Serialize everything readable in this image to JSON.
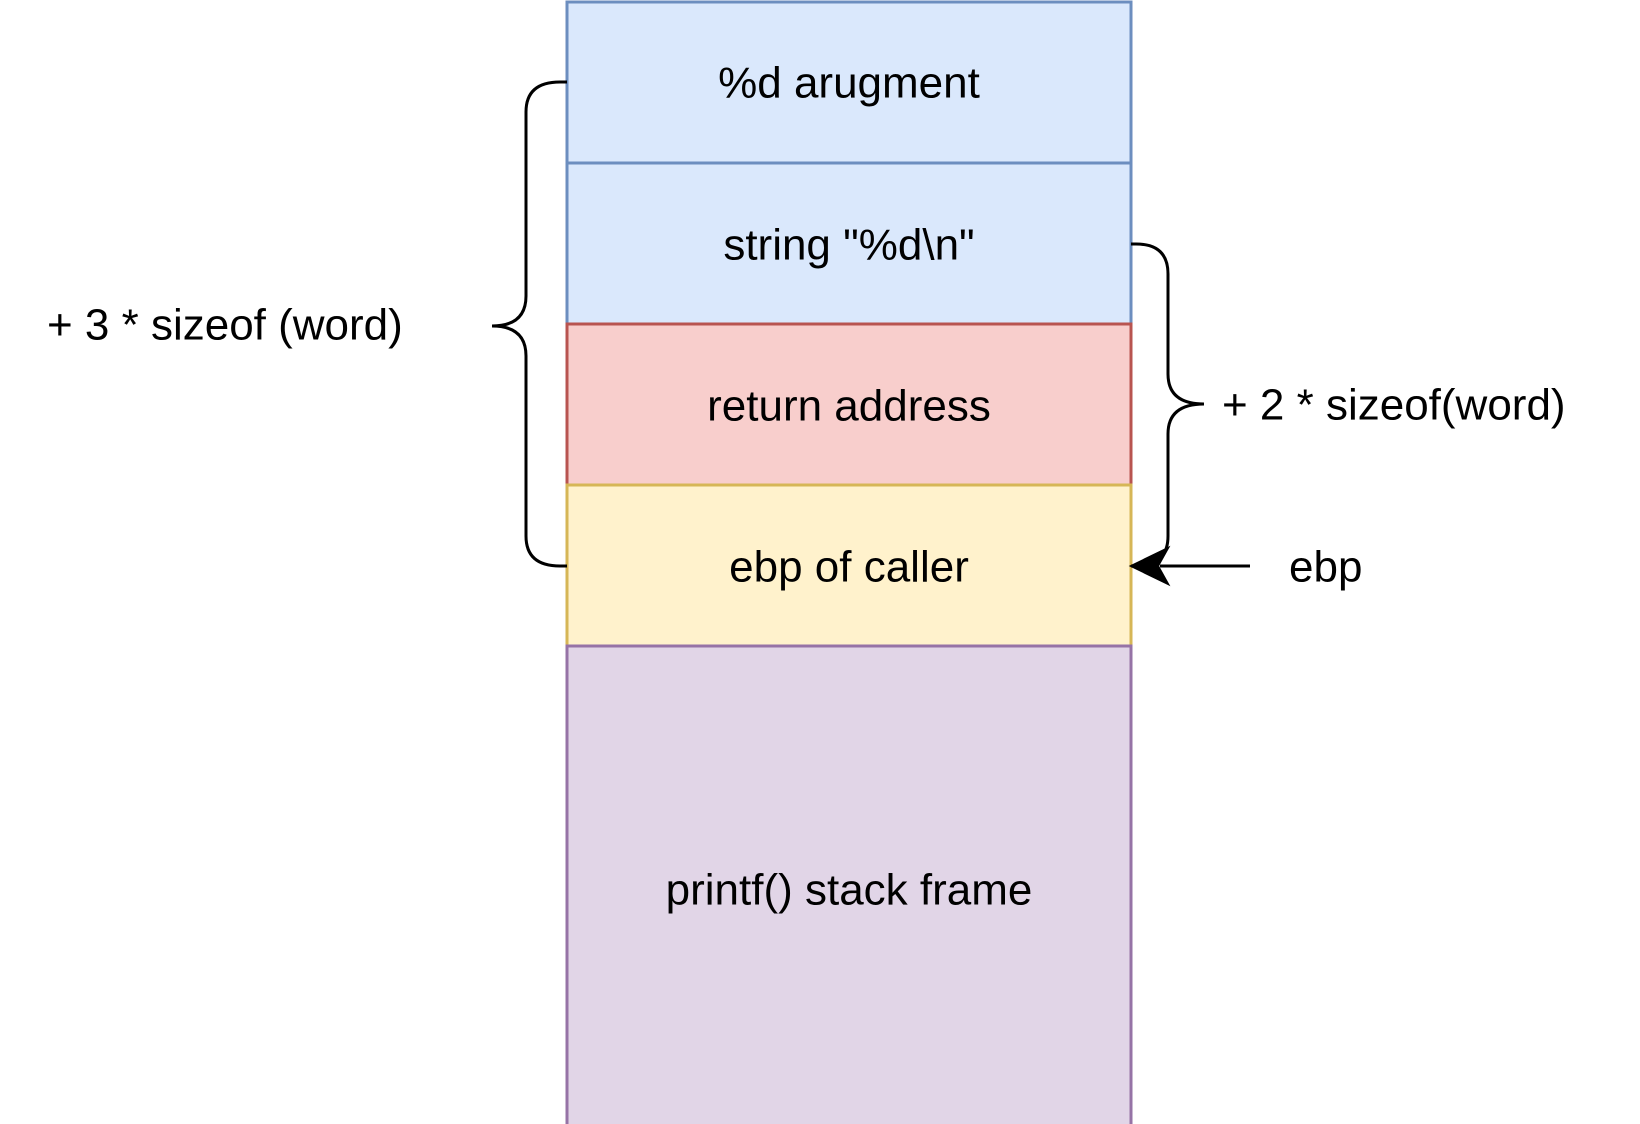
{
  "stack": {
    "cells": [
      {
        "label": "%d arugment",
        "fill": "#dae8fc",
        "stroke": "#6c8ebf"
      },
      {
        "label": "string \"%d\\n\"",
        "fill": "#dae8fc",
        "stroke": "#6c8ebf"
      },
      {
        "label": "return address",
        "fill": "#f8cecc",
        "stroke": "#b85450"
      },
      {
        "label": "ebp of caller",
        "fill": "#fff2cc",
        "stroke": "#d6b656"
      },
      {
        "label": "printf() stack frame",
        "fill": "#e1d5e7",
        "stroke": "#9673a6"
      }
    ]
  },
  "annotations": {
    "left_brace_label": "+ 3 * sizeof (word)",
    "right_brace_label": "+ 2 * sizeof(word)",
    "pointer_label": "ebp"
  }
}
